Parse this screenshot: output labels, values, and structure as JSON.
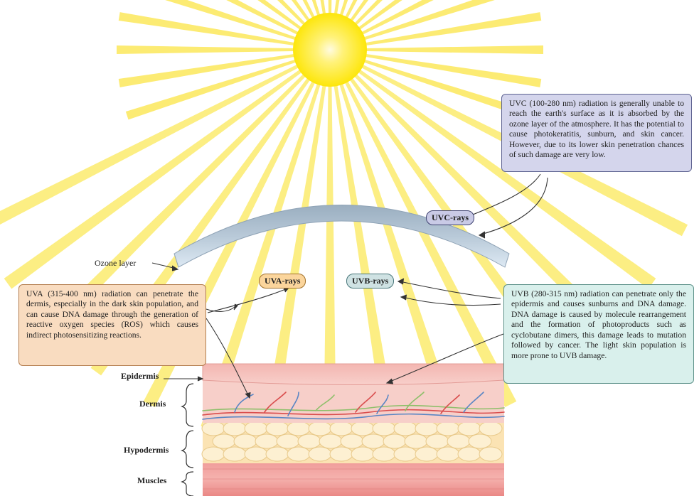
{
  "annotations": {
    "uvc": "UVC (100-280 nm) radiation is generally unable to reach the earth's surface as it is absorbed by the ozone layer of the atmosphere. It has the potential to cause photokeratitis, sunburn, and skin cancer. However, due to its lower skin penetration chances of such damage are very low.",
    "uva": "UVA (315-400 nm) radiation can penetrate the dermis, especially in the dark skin population, and can cause DNA damage through the generation of reactive oxygen species (ROS) which causes indirect photosensitizing reactions.",
    "uvb": "UVB (280-315 nm) radiation can penetrate only the epidermis and causes sunburns and DNA damage. DNA damage is caused by molecule rearrangement and the formation of photoproducts such as cyclobutane dimers, this damage leads to mutation followed by cancer. The light skin population is more prone to UVB damage."
  },
  "ray_labels": {
    "uvc": "UVC-rays",
    "uva": "UVA-rays",
    "uvb": "UVB-rays"
  },
  "ozone_label": "Ozone layer",
  "skin_layers": {
    "epidermis": "Epidermis",
    "dermis": "Dermis",
    "hypodermis": "Hypodermis",
    "muscles": "Muscles"
  },
  "colors": {
    "sun": "#fde60a",
    "rays": "#fbe85a",
    "ozone": "#c8deef",
    "uvc_box": "#d4d5ec",
    "uva_box": "#f9dcc0",
    "uvb_box": "#d9f0ec",
    "dermis": "#f6c9c4",
    "hypodermis": "#fbe3b3",
    "muscle": "#ec8e8e"
  }
}
